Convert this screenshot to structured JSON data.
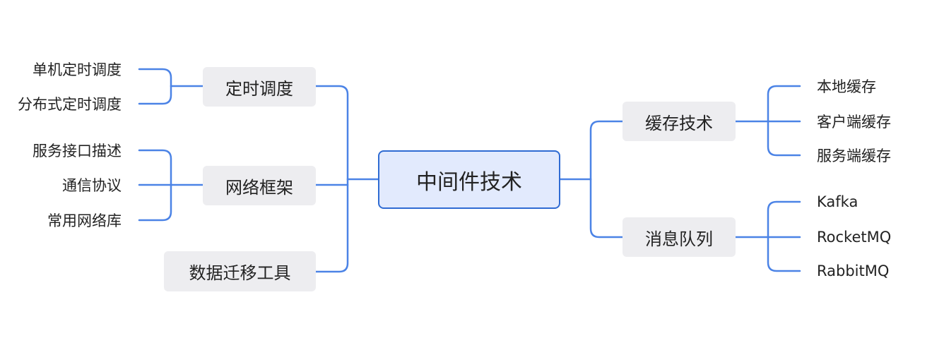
{
  "colors": {
    "link": "#4b83e6",
    "root_border": "#2f6bd3",
    "root_fill": "#e2eafd",
    "branch_fill": "#ededf0"
  },
  "root": {
    "label": "中间件技术"
  },
  "left": [
    {
      "label": "定时调度",
      "children": [
        "单机定时调度",
        "分布式定时调度"
      ]
    },
    {
      "label": "网络框架",
      "children": [
        "服务接口描述",
        "通信协议",
        "常用网络库"
      ]
    },
    {
      "label": "数据迁移工具",
      "children": []
    }
  ],
  "right": [
    {
      "label": "缓存技术",
      "children": [
        "本地缓存",
        "客户端缓存",
        "服务端缓存"
      ]
    },
    {
      "label": "消息队列",
      "children": [
        "Kafka",
        "RocketMQ",
        "RabbitMQ"
      ]
    }
  ]
}
